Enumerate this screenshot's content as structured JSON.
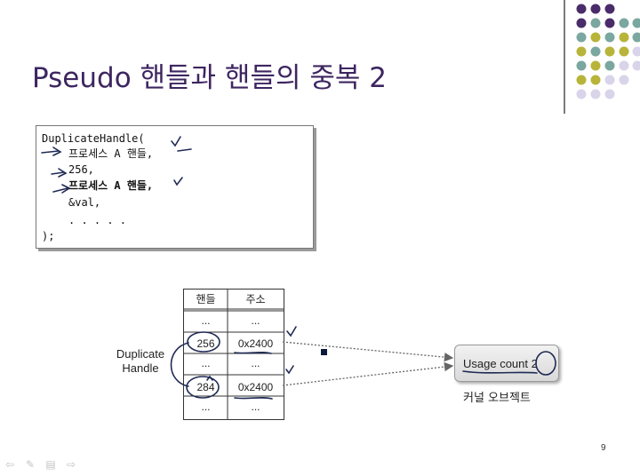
{
  "slide": {
    "title": "Pseudo 핸들과 핸들의 중복 2",
    "page_number": "9",
    "theme_colors": {
      "title": "#3d2660",
      "dot_purple": "#4a2c6a",
      "dot_teal": "#7aa7a0",
      "dot_olive": "#b8b43a",
      "dot_lavender": "#d9d4ea"
    }
  },
  "code": {
    "lines": [
      "DuplicateHandle(",
      "프로세스 A 핸들,",
      "256,",
      "프로세스 A 핸들,",
      "&val,",
      ". . . . .",
      ");"
    ]
  },
  "diagram": {
    "table": {
      "headers": [
        "핸들",
        "주소"
      ],
      "rows": [
        [
          "...",
          "..."
        ],
        [
          "256",
          "0x2400"
        ],
        [
          "...",
          "..."
        ],
        [
          "284",
          "0x2400"
        ],
        [
          "...",
          "..."
        ]
      ]
    },
    "duplicate_label_line1": "Duplicate",
    "duplicate_label_line2": "Handle",
    "kernel_object": {
      "label": "Usage count  2",
      "caption": "커널 오브젝트"
    }
  },
  "navigation": {
    "buttons": [
      {
        "icon": "prev-arrow-icon"
      },
      {
        "icon": "pen-icon"
      },
      {
        "icon": "menu-icon"
      },
      {
        "icon": "next-arrow-icon"
      }
    ]
  }
}
